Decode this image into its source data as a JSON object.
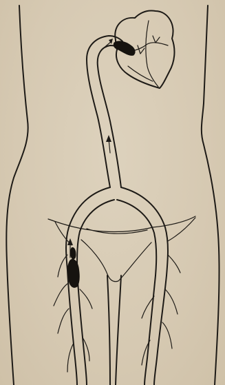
{
  "diagram": {
    "subject": "",
    "colors": {
      "paper": "#d8ccb6",
      "ink": "#1d1a16",
      "clot": "#16130f"
    },
    "parts": [
      "body-outline",
      "heart",
      "vena-cava",
      "iliac-veins",
      "leg-veins",
      "thrombus",
      "embolus",
      "flow-arrows",
      "pelvis"
    ]
  }
}
